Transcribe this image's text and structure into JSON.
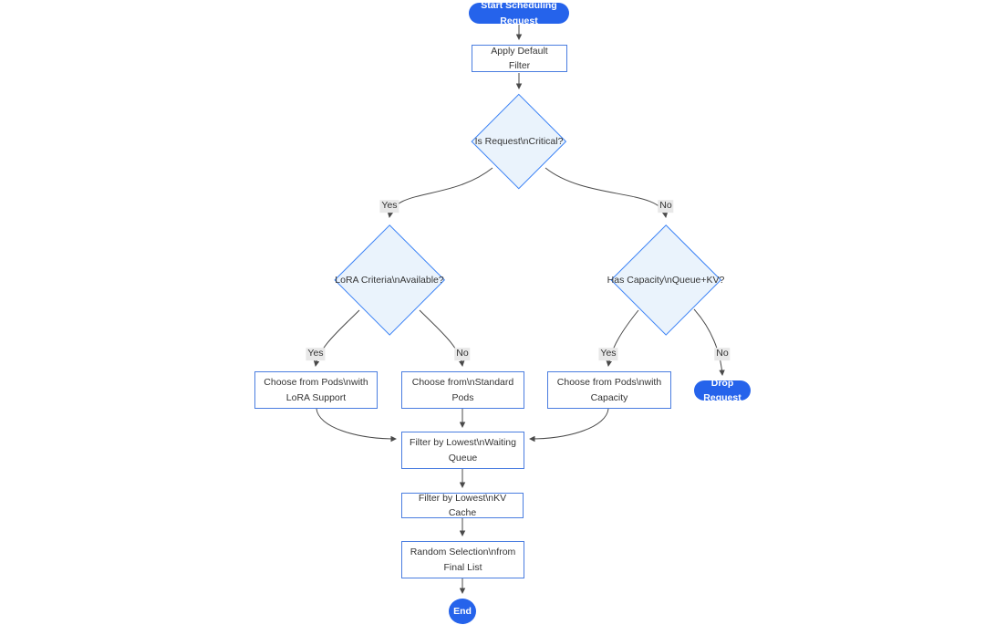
{
  "diagram": {
    "type": "flowchart",
    "direction": "top-down",
    "colors": {
      "accent_blue": "#2563eb",
      "decision_fill": "#eaf3fc",
      "decision_border": "#3b82f6",
      "process_border": "#4a7de0",
      "text": "#333333",
      "edge_line": "#4a4a4a",
      "edge_label_bg": "#e8e8e8"
    },
    "nodes": {
      "start": {
        "label": "Start Scheduling Request",
        "shape": "stadium"
      },
      "apply_filter": {
        "label": "Apply Default Filter",
        "shape": "rect"
      },
      "is_critical": {
        "label": "Is Request\\nCritical?",
        "shape": "diamond"
      },
      "lora_criteria": {
        "label": "LoRA Criteria\\nAvailable?",
        "shape": "diamond"
      },
      "has_capacity": {
        "label": "Has Capacity\\nQueue+KV?",
        "shape": "diamond"
      },
      "choose_lora": {
        "label": "Choose from Pods\\nwith LoRA Support",
        "shape": "rect"
      },
      "choose_standard": {
        "label": "Choose from\\nStandard Pods",
        "shape": "rect"
      },
      "choose_capacity": {
        "label": "Choose from Pods\\nwith Capacity",
        "shape": "rect"
      },
      "drop_request": {
        "label": "Drop Request",
        "shape": "stadium"
      },
      "filter_queue": {
        "label": "Filter by Lowest\\nWaiting Queue",
        "shape": "rect"
      },
      "filter_kv": {
        "label": "Filter by Lowest\\nKV Cache",
        "shape": "rect"
      },
      "random_selection": {
        "label": "Random Selection\\nfrom Final List",
        "shape": "rect"
      },
      "end": {
        "label": "End",
        "shape": "circle"
      }
    },
    "edges": [
      {
        "from": "start",
        "to": "apply_filter",
        "label": ""
      },
      {
        "from": "apply_filter",
        "to": "is_critical",
        "label": ""
      },
      {
        "from": "is_critical",
        "to": "lora_criteria",
        "label": "Yes"
      },
      {
        "from": "is_critical",
        "to": "has_capacity",
        "label": "No"
      },
      {
        "from": "lora_criteria",
        "to": "choose_lora",
        "label": "Yes"
      },
      {
        "from": "lora_criteria",
        "to": "choose_standard",
        "label": "No"
      },
      {
        "from": "has_capacity",
        "to": "choose_capacity",
        "label": "Yes"
      },
      {
        "from": "has_capacity",
        "to": "drop_request",
        "label": "No"
      },
      {
        "from": "choose_lora",
        "to": "filter_queue",
        "label": ""
      },
      {
        "from": "choose_standard",
        "to": "filter_queue",
        "label": ""
      },
      {
        "from": "choose_capacity",
        "to": "filter_queue",
        "label": ""
      },
      {
        "from": "filter_queue",
        "to": "filter_kv",
        "label": ""
      },
      {
        "from": "filter_kv",
        "to": "random_selection",
        "label": ""
      },
      {
        "from": "random_selection",
        "to": "end",
        "label": ""
      }
    ]
  }
}
